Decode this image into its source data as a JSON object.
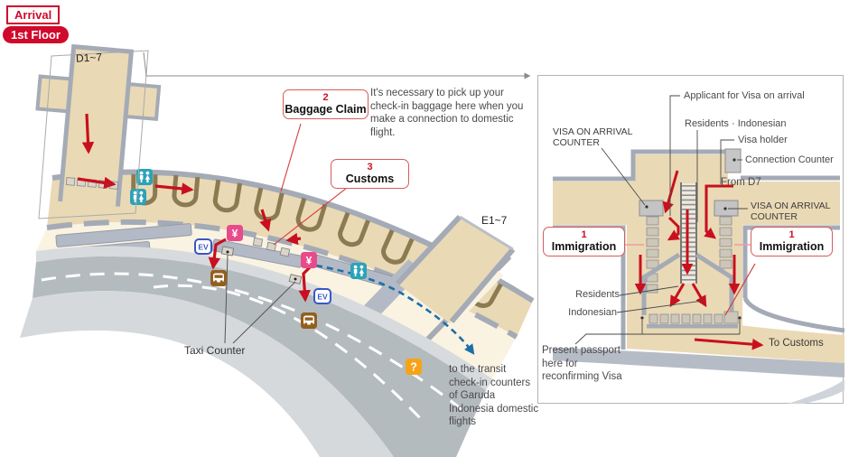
{
  "badges": {
    "arrival": "Arrival",
    "floor": "1st Floor"
  },
  "map": {
    "gate_d": "D1~7",
    "gate_e": "E1~7",
    "baggage_claim": {
      "number": "2",
      "label": "Baggage Claim"
    },
    "baggage_note": "It's necessary to pick up your check-in baggage here when you make a connection to domestic flight.",
    "customs": {
      "number": "3",
      "label": "Customs"
    },
    "taxi_counter": "Taxi Counter",
    "transit_note": "to the transit check-in counters of Garuda Indonesia domestic flights"
  },
  "panel": {
    "applicant": "Applicant for Visa on arrival",
    "residents_indonesian": "Residents · Indonesian",
    "visa_holder": "Visa holder",
    "connection_counter": "Connection Counter",
    "from_d7": "From D7",
    "voa_counter": "VISA ON ARRIVAL COUNTER",
    "immigration": {
      "number": "1",
      "label": "Immigration"
    },
    "residents": "Residents",
    "indonesian": "Indonesian",
    "present_passport": "Present passport here for reconfirming Visa",
    "to_customs": "To Customs"
  },
  "icons": {
    "yen": "¥",
    "elevator": "EV",
    "info": "?"
  },
  "colors": {
    "accent_red": "#cf0a2c",
    "flow_red": "#c8101e",
    "tan": "#ead9b5",
    "cream": "#faf3e2",
    "wall_gray": "#a4abb6",
    "road_gray": "#b4bbbf",
    "transit_blue": "#1c6fa8",
    "toilet_teal": "#2ba3b8",
    "money_pink": "#e84b8a",
    "bus_brown": "#935f1e",
    "info_orange": "#f6a417"
  }
}
